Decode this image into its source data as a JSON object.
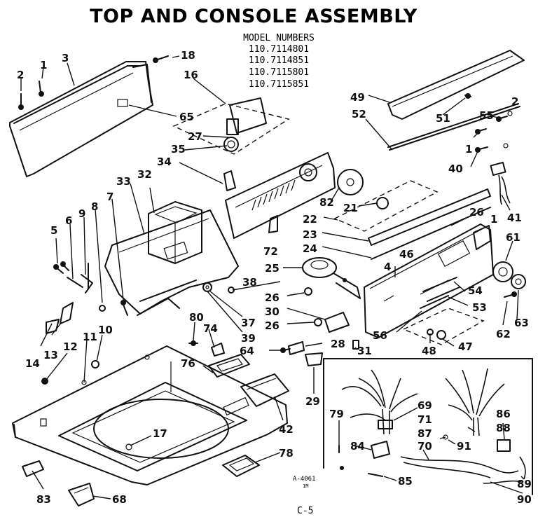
{
  "title": "TOP AND CONSOLE ASSEMBLY",
  "model_header": "MODEL NUMBERS",
  "models": [
    "110.7114801",
    "110.7114851",
    "110.7115801",
    "110.7115851"
  ],
  "figure_code": "A-4061",
  "figure_code_sub": "1M",
  "page_label": "C-5",
  "callouts": {
    "p1a": "1",
    "p2a": "2",
    "p3": "3",
    "p18": "18",
    "p16": "16",
    "p65": "65",
    "p27": "27",
    "p35": "35",
    "p34": "34",
    "p33": "33",
    "p32": "32",
    "p7": "7",
    "p8": "8",
    "p9": "9",
    "p6": "6",
    "p5": "5",
    "p49": "49",
    "p52": "52",
    "p51": "51",
    "p55": "55",
    "p2b": "2",
    "p1b": "1",
    "p40": "40",
    "p82": "82",
    "p21": "21",
    "p22": "22",
    "p26a": "26",
    "p1c": "1",
    "p23": "23",
    "p24": "24",
    "p4": "4",
    "p46": "46",
    "p41": "41",
    "p61": "61",
    "p72": "72",
    "p25": "25",
    "p38": "38",
    "p26b": "26",
    "p30": "30",
    "p26c": "26",
    "p37": "37",
    "p39": "39",
    "p54": "54",
    "p53": "53",
    "p56": "56",
    "p62": "62",
    "p63": "63",
    "p80": "80",
    "p74": "74",
    "p64": "64",
    "p28": "28",
    "p31": "31",
    "p48": "48",
    "p47": "47",
    "p14": "14",
    "p13": "13",
    "p12": "12",
    "p11": "11",
    "p10": "10",
    "p76": "76",
    "p29": "29",
    "p17": "17",
    "p42": "42",
    "p78": "78",
    "p83": "83",
    "p68": "68",
    "p79": "79",
    "p69": "69",
    "p71": "71",
    "p86": "86",
    "p88": "88",
    "p87": "87",
    "p84": "84",
    "p70": "70",
    "p91": "91",
    "p85": "85",
    "p89": "89",
    "p90": "90"
  }
}
